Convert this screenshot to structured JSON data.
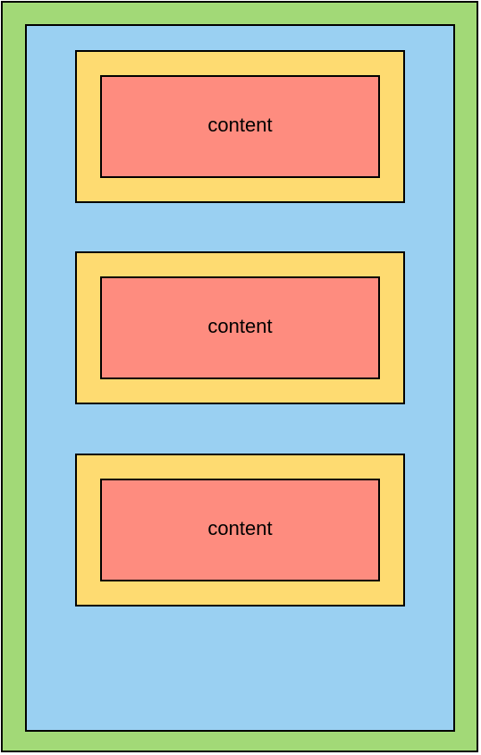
{
  "colors": {
    "outer": "#a2d977",
    "inner": "#9ad0f2",
    "padding": "#fedb71",
    "content": "#fe8c7f",
    "border": "#000000"
  },
  "boxes": [
    {
      "label": "content"
    },
    {
      "label": "content"
    },
    {
      "label": "content"
    }
  ]
}
